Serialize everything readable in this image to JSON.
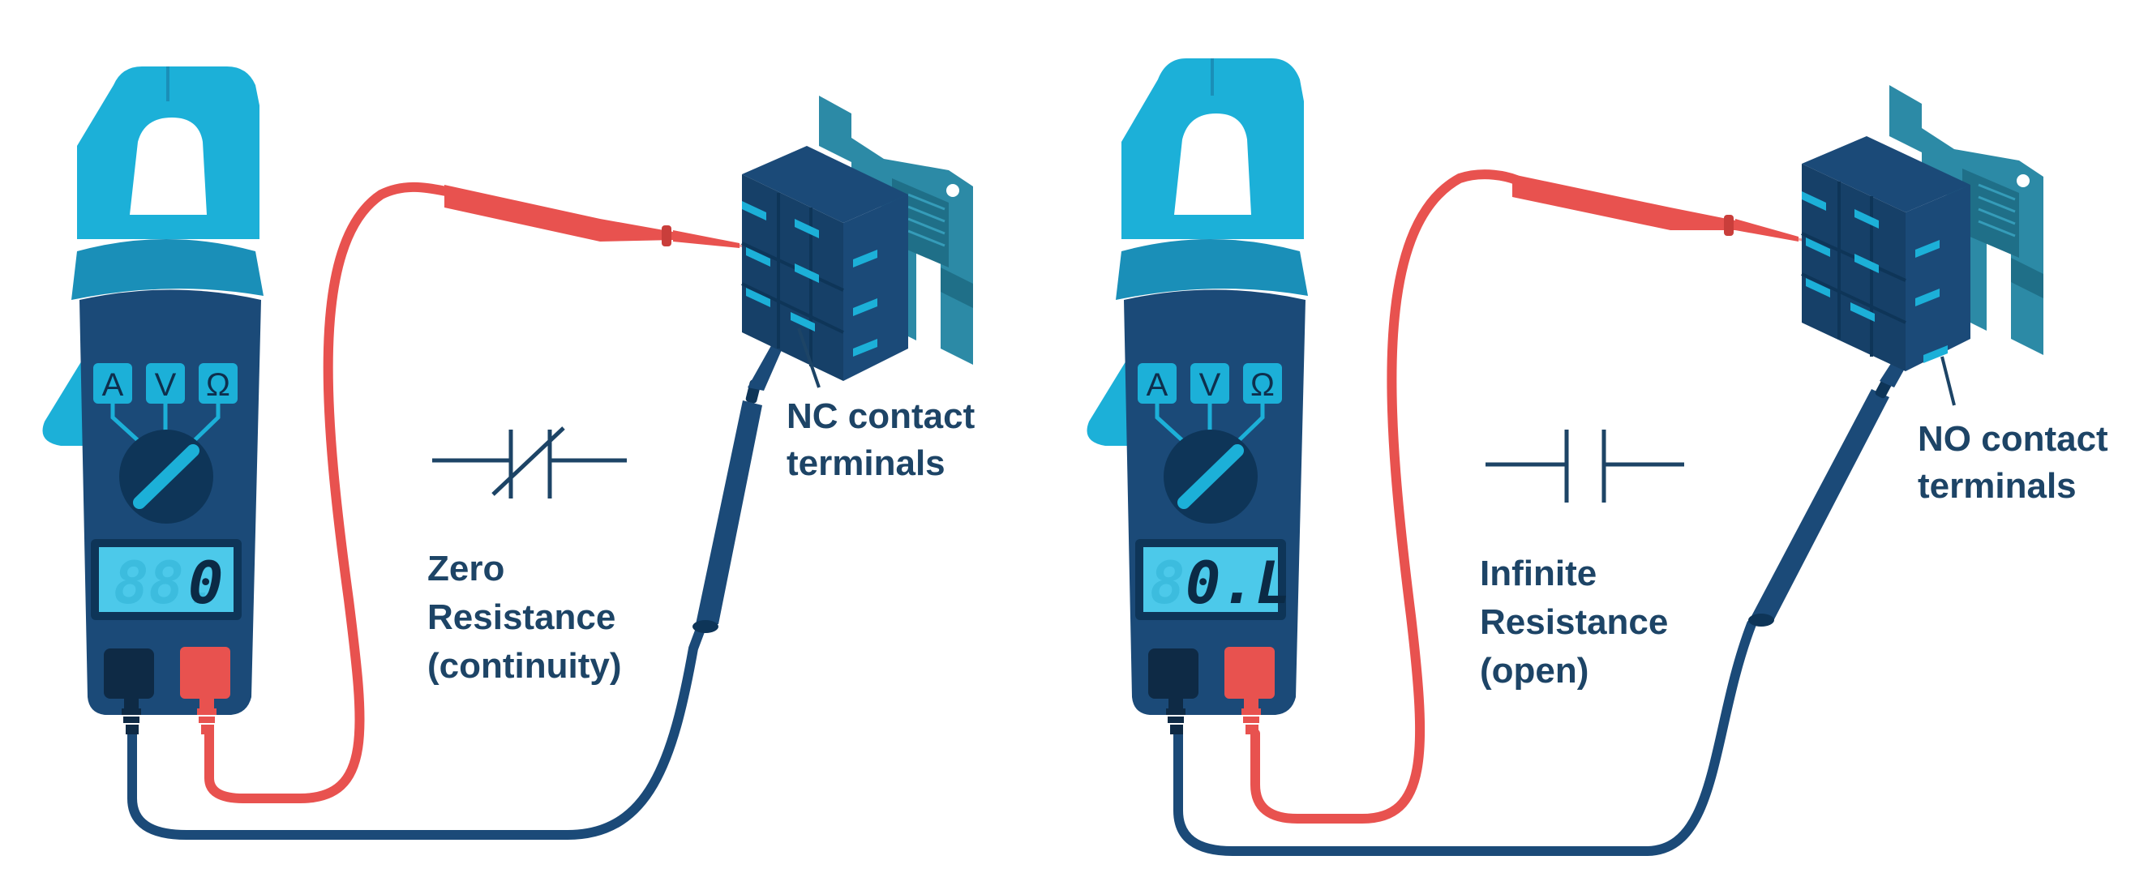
{
  "colors": {
    "meter_body": "#1b4a78",
    "meter_dark": "#0e3558",
    "clamp": "#1cb0d8",
    "clamp_band": "#1a8fb8",
    "lcd": "#4cc9ea",
    "red_lead": "#e8524f",
    "blue_lead": "#1b4a78",
    "relay_body": "#1b4a78",
    "relay_face": "#164068",
    "relay_pin": "#1cb0d8",
    "bracket": "#2c8aa6",
    "text": "#1d4466"
  },
  "panels": [
    {
      "meter": {
        "dial_labels": [
          "A",
          "V",
          "Ω"
        ],
        "lcd_dim": "88.",
        "lcd_value": "0"
      },
      "terminal_label": [
        "NC contact",
        "terminals"
      ],
      "result_label": [
        "Zero",
        "Resistance",
        "(continuity)"
      ],
      "symbol": "normally-closed-contact"
    },
    {
      "meter": {
        "dial_labels": [
          "A",
          "V",
          "Ω"
        ],
        "lcd_dim": "8",
        "lcd_value": "0.L"
      },
      "terminal_label": [
        "NO contact",
        "terminals"
      ],
      "result_label": [
        "Infinite",
        "Resistance",
        "(open)"
      ],
      "symbol": "normally-open-contact"
    }
  ]
}
